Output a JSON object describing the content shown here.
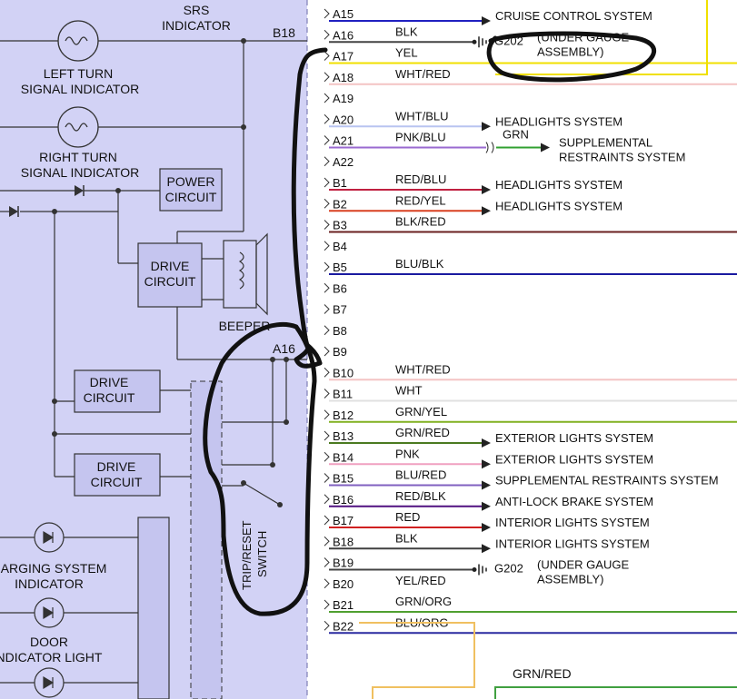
{
  "colors": {
    "panel": "#d2d2f5",
    "panel_edge": "#6a6aa8",
    "box": "#c5c5ef",
    "wire": "#333333",
    "marker": "#111111"
  },
  "left_panel": {
    "srs_indicator": [
      "SRS",
      "INDICATOR"
    ],
    "b18": "B18",
    "left_turn": [
      "LEFT TURN",
      "SIGNAL INDICATOR"
    ],
    "right_turn": [
      "RIGHT TURN",
      "SIGNAL INDICATOR"
    ],
    "power_circuit": [
      "POWER",
      "CIRCUIT"
    ],
    "drive_circuit_main": [
      "DRIVE",
      "CIRCUIT"
    ],
    "beeper": "BEEPER",
    "a16": "A16",
    "drive_circuit_2": [
      "DRIVE",
      "CIRCUIT"
    ],
    "drive_circuit_3": [
      "DRIVE",
      "CIRCUIT"
    ],
    "trip_reset": [
      "TRIP/RESET",
      "SWITCH"
    ],
    "charging": [
      "HARGING SYSTEM",
      "INDICATOR"
    ],
    "door": [
      "DOOR",
      "NDICATOR LIGHT"
    ]
  },
  "pins": [
    {
      "pin": "A15",
      "wire": "",
      "color": "#2020c0",
      "target": "CRUISE CONTROL SYSTEM",
      "arrow": true
    },
    {
      "pin": "A16",
      "wire": "BLK",
      "color": "#444444",
      "target": "G202",
      "ground": true,
      "note": [
        "(UNDER GAUGE",
        "ASSEMBLY)"
      ]
    },
    {
      "pin": "A17",
      "wire": "YEL",
      "color": "#f0e000",
      "target": "",
      "arrow": false
    },
    {
      "pin": "A18",
      "wire": "WHT/RED",
      "color": "#f4c4c4",
      "target": "",
      "arrow": false
    },
    {
      "pin": "A19",
      "wire": "",
      "color": "",
      "target": ""
    },
    {
      "pin": "A20",
      "wire": "WHT/BLU",
      "color": "#b8c4f0",
      "target": "HEADLIGHTS SYSTEM",
      "arrow": true
    },
    {
      "pin": "A21",
      "wire": "PNK/BLU",
      "color": "#9a6ad0",
      "target": "SUPPLEMENTAL",
      "target2": "RESTRAINTS SYSTEM",
      "splice": "GRN"
    },
    {
      "pin": "A22",
      "wire": "",
      "color": "",
      "target": ""
    },
    {
      "pin": "B1",
      "wire": "RED/BLU",
      "color": "#c02040",
      "target": "HEADLIGHTS SYSTEM",
      "arrow": true
    },
    {
      "pin": "B2",
      "wire": "RED/YEL",
      "color": "#d84020",
      "target": "HEADLIGHTS SYSTEM",
      "arrow": true
    },
    {
      "pin": "B3",
      "wire": "BLK/RED",
      "color": "#6a2020",
      "target": "",
      "arrow": false
    },
    {
      "pin": "B4",
      "wire": "",
      "color": "",
      "target": ""
    },
    {
      "pin": "B5",
      "wire": "BLU/BLK",
      "color": "#1a1aa0",
      "target": "",
      "arrow": false
    },
    {
      "pin": "B6",
      "wire": "",
      "color": "",
      "target": ""
    },
    {
      "pin": "B7",
      "wire": "",
      "color": "",
      "target": ""
    },
    {
      "pin": "B8",
      "wire": "",
      "color": "",
      "target": ""
    },
    {
      "pin": "B9",
      "wire": "",
      "color": "",
      "target": ""
    },
    {
      "pin": "B10",
      "wire": "WHT/RED",
      "color": "#f4c4c4",
      "target": "",
      "arrow": false
    },
    {
      "pin": "B11",
      "wire": "WHT",
      "color": "#e0e0e0",
      "target": "",
      "arrow": false
    },
    {
      "pin": "B12",
      "wire": "GRN/YEL",
      "color": "#80b020",
      "target": "",
      "arrow": false
    },
    {
      "pin": "B13",
      "wire": "GRN/RED",
      "color": "#4a7a20",
      "target": "EXTERIOR LIGHTS SYSTEM",
      "arrow": true
    },
    {
      "pin": "B14",
      "wire": "PNK",
      "color": "#f0a0c0",
      "target": "EXTERIOR LIGHTS SYSTEM",
      "arrow": true
    },
    {
      "pin": "B15",
      "wire": "BLU/RED",
      "color": "#8060c0",
      "target": "SUPPLEMENTAL RESTRAINTS SYSTEM",
      "arrow": true
    },
    {
      "pin": "B16",
      "wire": "RED/BLK",
      "color": "#501080",
      "target": "ANTI-LOCK BRAKE SYSTEM",
      "arrow": true
    },
    {
      "pin": "B17",
      "wire": "RED",
      "color": "#d02020",
      "target": "INTERIOR LIGHTS SYSTEM",
      "arrow": true
    },
    {
      "pin": "B18",
      "wire": "BLK",
      "color": "#404040",
      "target": "INTERIOR LIGHTS SYSTEM",
      "arrow": true
    },
    {
      "pin": "B19",
      "wire": "",
      "color": "#444444",
      "target": "G202",
      "ground": true,
      "note": [
        "(UNDER GAUGE",
        "ASSEMBLY)"
      ]
    },
    {
      "pin": "B20",
      "wire": "YEL/RED",
      "color": "",
      "target": ""
    },
    {
      "pin": "B21",
      "wire": "GRN/ORG",
      "color": "#50a030",
      "target": "",
      "arrow": false
    },
    {
      "pin": "B22",
      "wire": "BLU/ORG",
      "color": "#2a2aa0",
      "target": "",
      "arrow": false
    }
  ],
  "bottom_wire_label": "GRN/RED"
}
